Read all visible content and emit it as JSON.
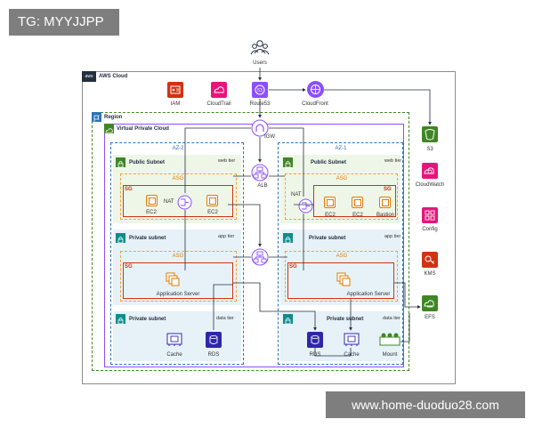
{
  "watermarks": {
    "top": "TG: MYYJJPP",
    "bottom": "www.home-duoduo28.com"
  },
  "users": {
    "label": "Users"
  },
  "aws_cloud": {
    "label": "AWS Cloud",
    "logo": "aws"
  },
  "services": {
    "iam": "IAM",
    "cloudtrail": "CloudTrail",
    "route53": "Route53",
    "cloudfront": "CloudFront"
  },
  "region": {
    "label": "Region"
  },
  "vpc": {
    "label": "Virtual Private Cloud",
    "igw": "IGW",
    "alb": "ALB"
  },
  "az2": {
    "label": "AZ-2",
    "public_subnet": "Public Subnet",
    "web_tier": "web tier",
    "asg": "ASG",
    "sg": "SG",
    "nat": "NAT",
    "ec2_a": "EC2",
    "ec2_b": "EC2",
    "private_subnet_app": "Private subnet",
    "app_tier": "app tier",
    "asg2": "ASG",
    "sg2": "SG",
    "app_server": "Application Server",
    "private_subnet_data": "Private subnet",
    "data_tier": "data tier",
    "cache": "Cache",
    "rds": "RDS"
  },
  "az1": {
    "label": "AZ-1",
    "public_subnet": "Public Subnet",
    "web_tier": "web tier",
    "asg": "ASG",
    "sg": "SG",
    "nat": "NAT",
    "ec2_a": "EC2",
    "ec2_b": "EC2",
    "bastion": "Bastion",
    "private_subnet_app": "Private subnet",
    "app_tier": "app tier",
    "asg2": "ASG",
    "sg2": "SG",
    "app_server": "Application Server",
    "private_subnet_data": "Private subnet",
    "data_tier": "data tier",
    "rds": "RDS",
    "cache": "Cache",
    "mount": "Mount"
  },
  "right_services": {
    "s3": "S3",
    "cloudwatch": "CloudWatch",
    "config": "Config",
    "kms": "KMS",
    "efs": "EFS"
  },
  "colors": {
    "security": "#d13212",
    "management": "#e7157b",
    "network": "#8c4fff",
    "storage": "#3f8624",
    "compute": "#e07b00",
    "database": "#2e27ad"
  }
}
